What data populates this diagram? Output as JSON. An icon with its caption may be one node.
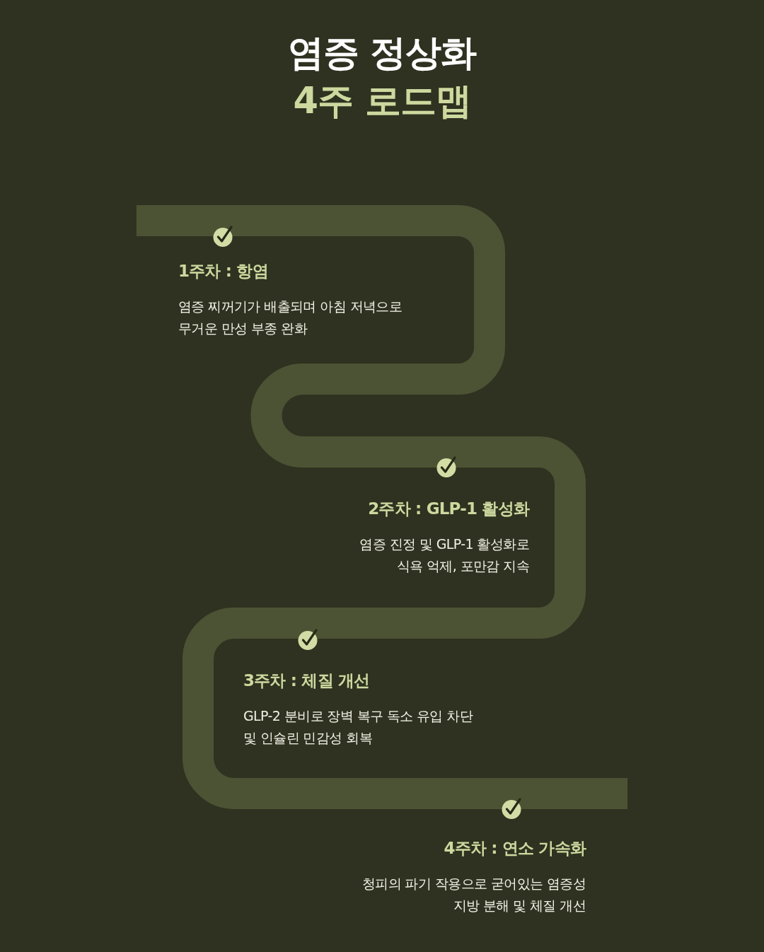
{
  "diagram": {
    "title": "염증 정상화",
    "labels": [
      "4주 로드맵",
      "1주차 : 항염",
      "염증 찌꺼기가 배출되며 아침 저녁으로 무거운 만성 부종 완화",
      "2주차 : GLP-1 활성화",
      "염증 진정 및 GLP-1 활성화로 식욕 억제, 포만감 지속",
      "3주차 : 체질 개선",
      "GLP-2 분비로 장벽 복구 독소 유입 차단 및 인슐린 민감성 회복",
      "4주차 : 연소 가속화",
      "청피의 파기 작용으로 굳어있는 염증성 지방 분해 및 체질 개선"
    ]
  }
}
